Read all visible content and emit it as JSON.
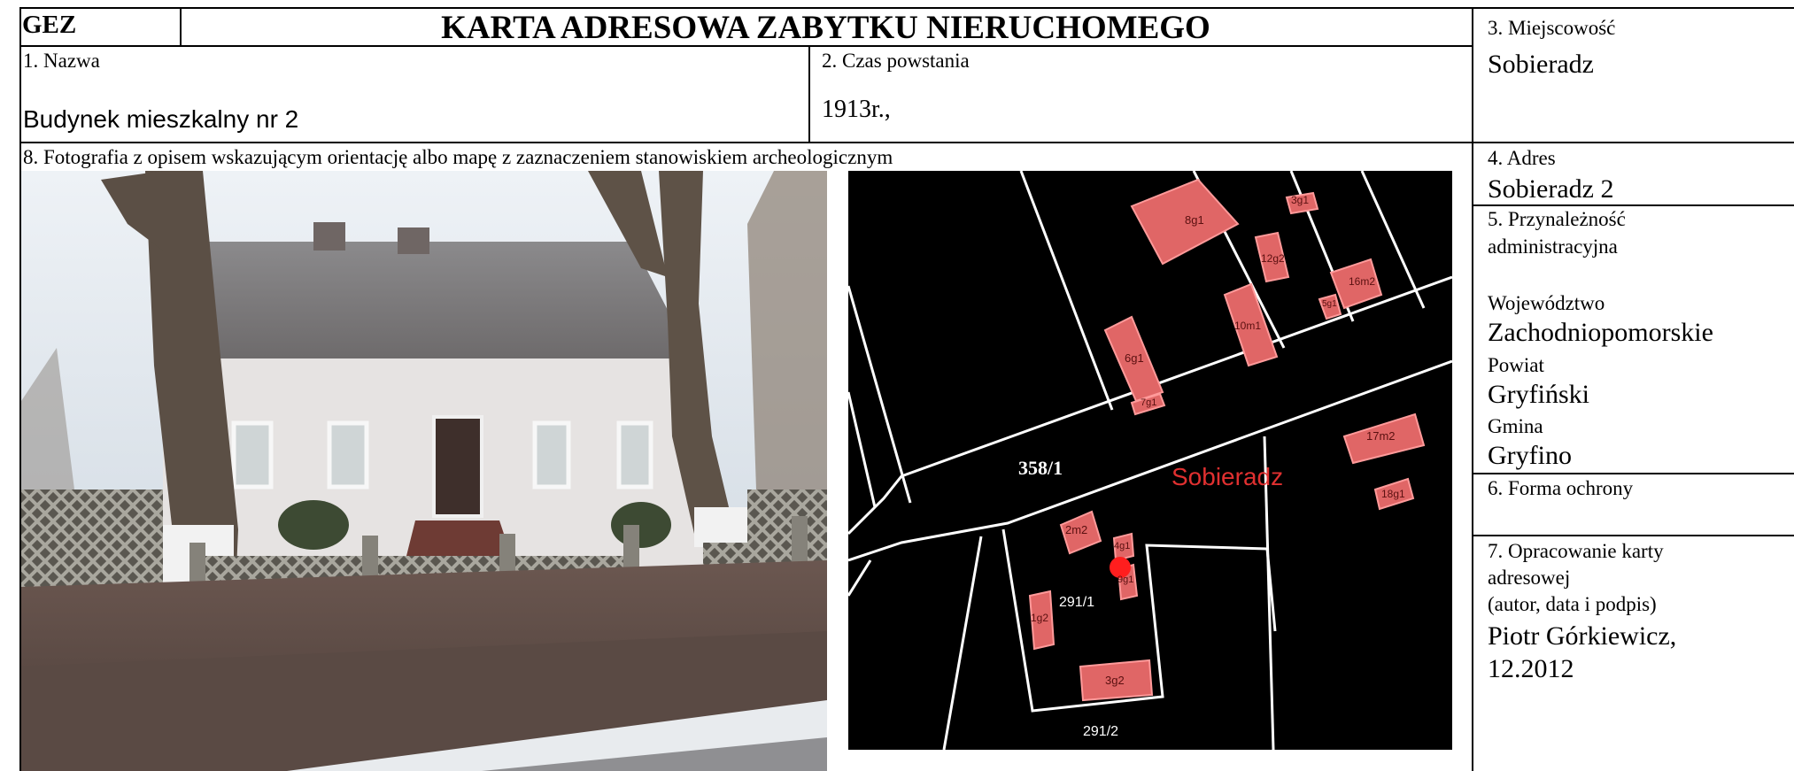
{
  "header": {
    "code": "GEZ",
    "title": "KARTA ADRESOWA ZABYTKU NIERUCHOMEGO"
  },
  "fields": {
    "name_label": "1. Nazwa",
    "name_value": "Budynek mieszkalny nr 2",
    "built_label": "2. Czas powstania",
    "built_value": "1913r.,",
    "place_label": "3. Miejscowość",
    "place_value": "Sobieradz",
    "address_label": "4. Adres",
    "address_value": "Sobieradz 2",
    "admin_label_1": "5. Przynależność",
    "admin_label_2": "administracyjna",
    "voivodeship_label": "Województwo",
    "voivodeship_value": "Zachodniopomorskie",
    "county_label": "Powiat",
    "county_value": "Gryfiński",
    "commune_label": "Gmina",
    "commune_value": "Gryfino",
    "protection_label": "6. Forma ochrony",
    "author_label_1": "7. Opracowanie karty",
    "author_label_2": "adresowej",
    "author_label_3": "(autor, data i podpis)",
    "author_value_1": "Piotr Górkiewicz,",
    "author_value_2": "12.2012",
    "photo_label": "8. Fotografia z opisem wskazującym orientację albo mapę z zaznaczeniem stanowiskiem archeologicznym"
  },
  "map": {
    "parcel_road": "358/1",
    "locality": "Sobieradz",
    "parcel_a": "291/1",
    "parcel_b": "291/2",
    "buildings": [
      "8g1",
      "3g1",
      "12g2",
      "16m2",
      "5g1",
      "10m1",
      "6g1",
      "7g1",
      "17m2",
      "18g1",
      "2m2",
      "4g1",
      "9g1",
      "1g2",
      "3g2"
    ],
    "building_color": "#e06666",
    "locality_color": "#e03030"
  }
}
